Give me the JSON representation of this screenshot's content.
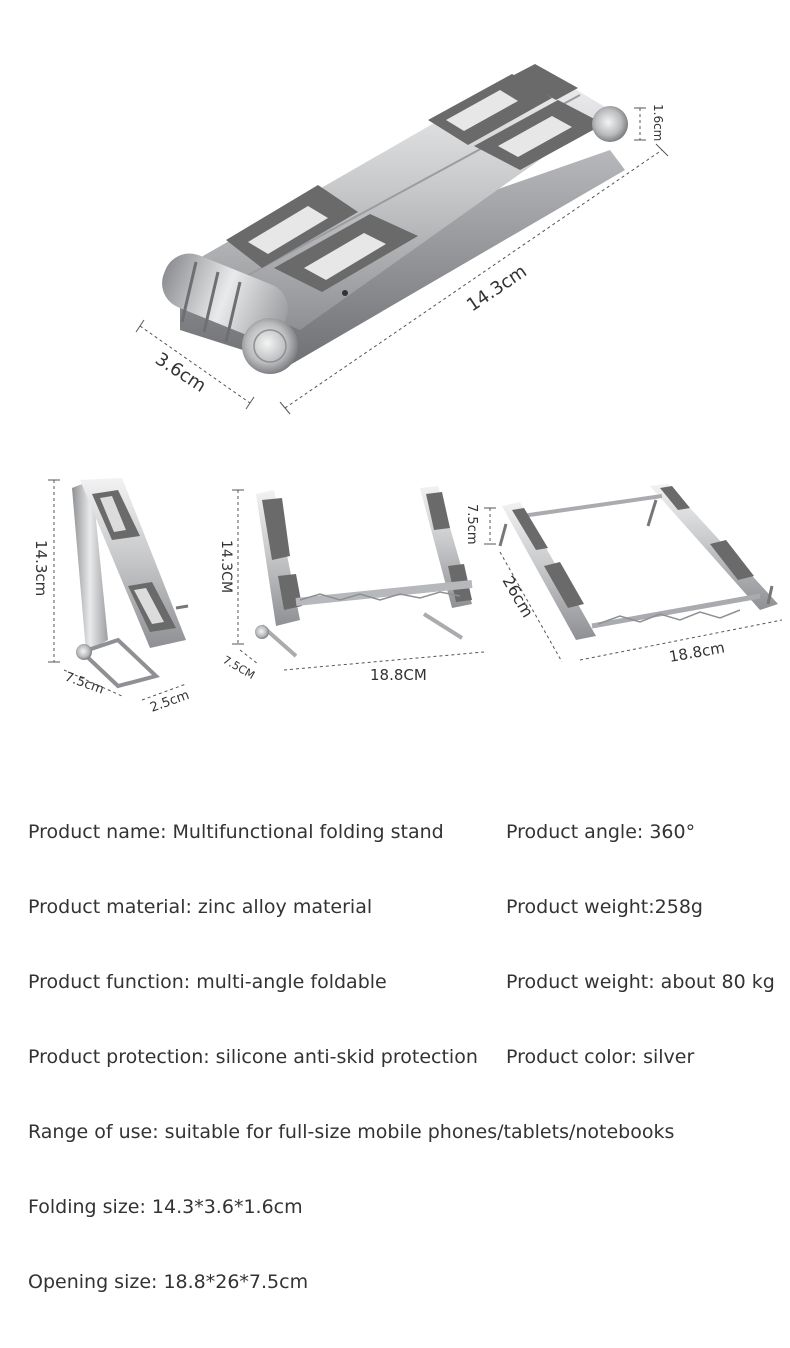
{
  "dimensions": {
    "folded": {
      "height": "1.6cm",
      "length": "14.3cm",
      "width": "3.6cm"
    },
    "side_view": {
      "height": "14.3cm",
      "base_depth": "7.5cm",
      "leg": "2.5cm"
    },
    "front_view": {
      "height": "14.3CM",
      "depth": "7.5CM",
      "width": "18.8CM"
    },
    "open_view": {
      "height": "7.5cm",
      "depth": "26cm",
      "width": "18.8cm"
    }
  },
  "specs": {
    "name": "Product name: Multifunctional folding stand",
    "angle": "Product angle: 360°",
    "material": "Product material: zinc alloy material",
    "weight": "Product weight:258g",
    "function": "Product function: multi-angle foldable",
    "load": "Product weight: about 80 kg",
    "protection": "Product protection: silicone anti-skid protection",
    "color": "Product color: silver",
    "range": "Range of use: suitable for full-size mobile phones/tablets/notebooks",
    "folding_size": "Folding size: 14.3*3.6*1.6cm",
    "opening_size": "Opening size: 18.8*26*7.5cm"
  },
  "colors": {
    "metal_light": "#e4e4e6",
    "metal_mid": "#a9abae",
    "metal_dark": "#6d6f72",
    "pad": "#6a6a6a",
    "text": "#333333"
  }
}
